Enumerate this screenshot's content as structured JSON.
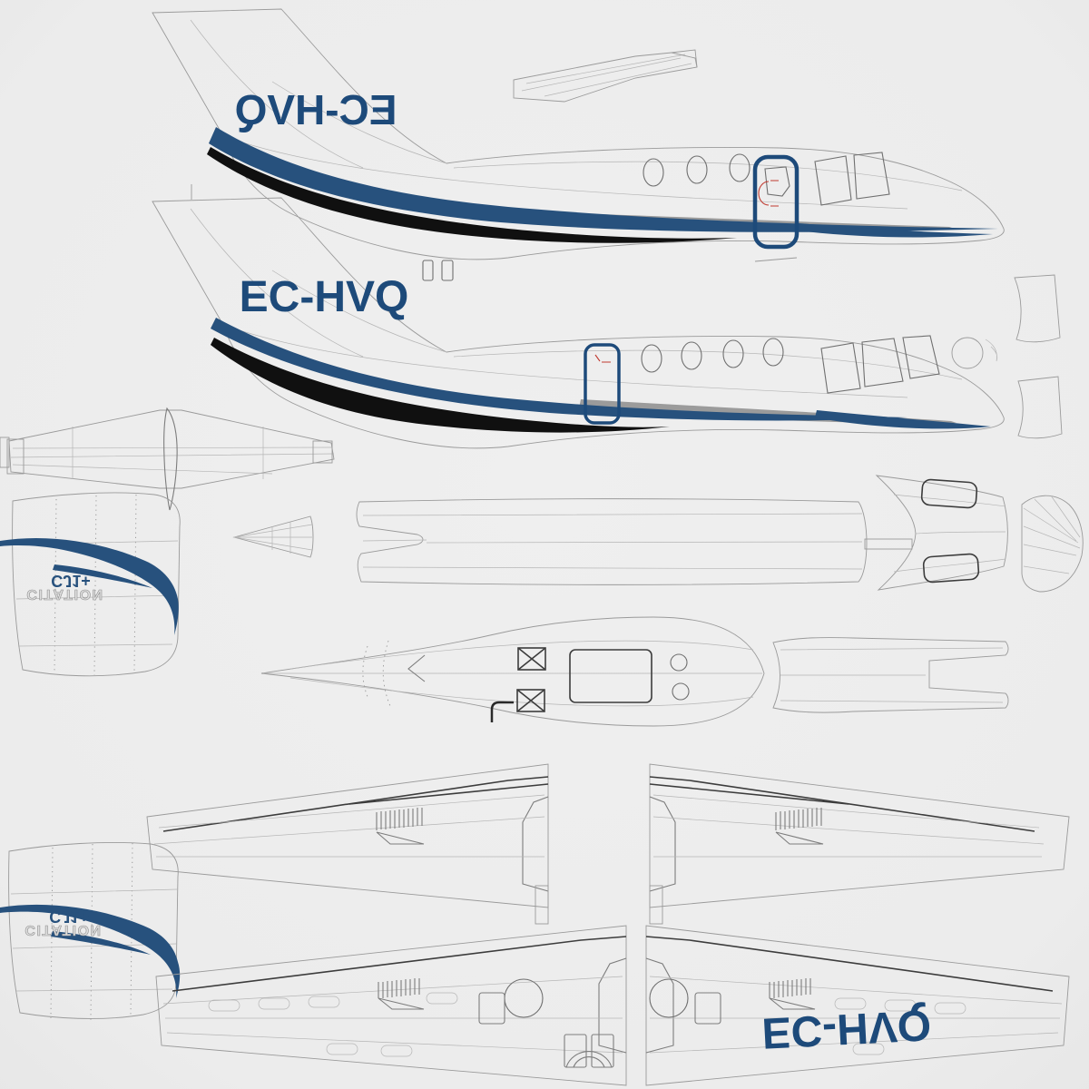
{
  "scene": {
    "description": "Wireframe UV texture layout render of a Cessna Citation CJ1+ business jet 3D model",
    "background": "#ededed"
  },
  "colors": {
    "accent_blue": "#27517d",
    "text_navy": "#1d4a7a",
    "stripe_black": "#101010",
    "stripe_gray": "#9b9b9b",
    "wire_gray": "#9a9a9a",
    "red_marking": "#c03a30",
    "brand_gray": "#dedede"
  },
  "labels": {
    "registration_tail_mirrored": "EC-HVQ",
    "registration_tail": "EC-HVQ",
    "registration_wing_underside": "EC-HVQ",
    "brand_model_upper": "CJ1+",
    "brand_name_upper": "CITATION",
    "brand_model_lower": "CJ1+",
    "brand_name_lower": "CITATION"
  }
}
